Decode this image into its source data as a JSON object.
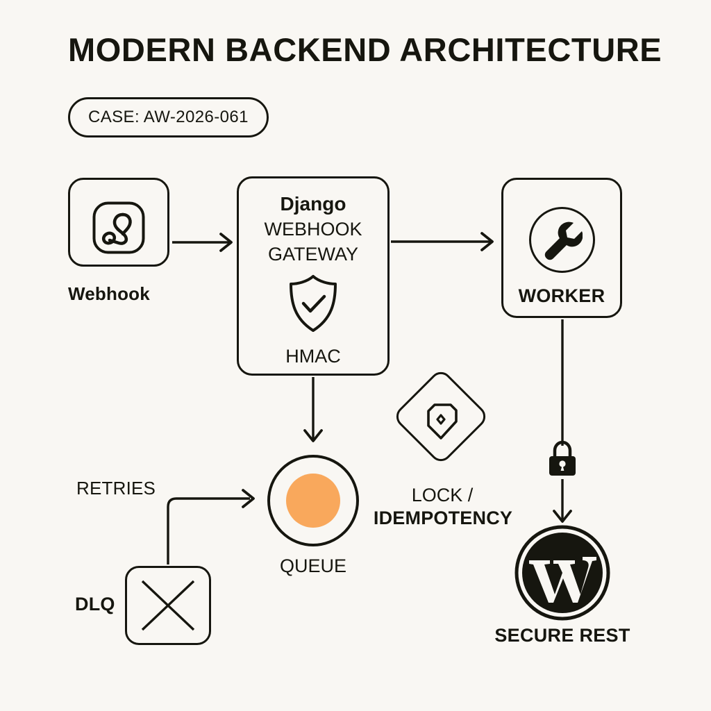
{
  "header": {
    "title": "MODERN BACKEND ARCHITECTURE",
    "case_badge": "CASE: AW-2026-061"
  },
  "theme": {
    "background": "#F9F7F3",
    "ink": "#16160F",
    "accent_orange": "#F9A85C"
  },
  "nodes": {
    "webhook": {
      "label": "Webhook",
      "icon": "webhook-icon"
    },
    "gateway": {
      "title": "Django",
      "line1": "WEBHOOK",
      "line2": "GATEWAY",
      "icon": "shield-check-icon",
      "footer": "HMAC"
    },
    "worker": {
      "label": "WORKER",
      "icon": "wrench-icon"
    },
    "queue": {
      "label": "QUEUE",
      "icon": "queue-circle-icon"
    },
    "lock": {
      "label_line1": "LOCK /",
      "label_line2": "IDEMPOTENCY",
      "icon": "lock-diamond-icon"
    },
    "dlq": {
      "label": "DLQ",
      "icon": "cross-icon"
    },
    "secure_rest": {
      "label": "SECURE REST",
      "icon": "wordpress-icon",
      "connector_icon": "padlock-icon"
    }
  },
  "edges": [
    {
      "name": "webhook-to-gateway",
      "label": ""
    },
    {
      "name": "gateway-to-worker",
      "label": ""
    },
    {
      "name": "gateway-to-queue",
      "label": ""
    },
    {
      "name": "dlq-to-queue",
      "label": "RETRIES"
    },
    {
      "name": "worker-to-secure-rest",
      "label": ""
    }
  ],
  "labels": {
    "retries": "RETRIES"
  }
}
